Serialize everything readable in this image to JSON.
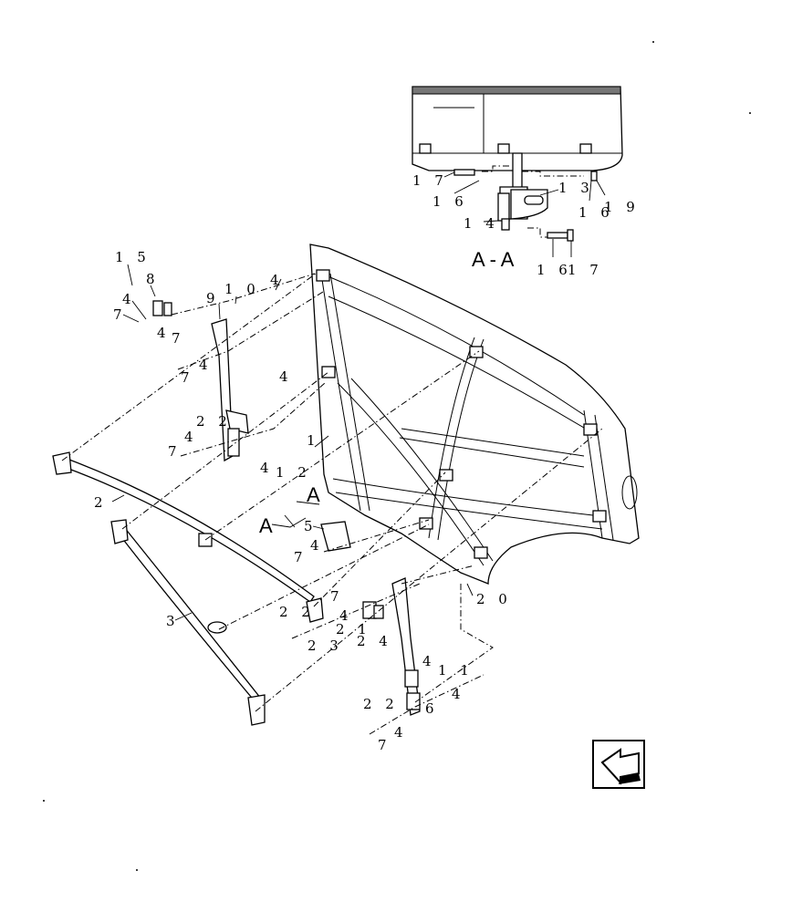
{
  "labels": [
    "1 5",
    "8",
    "4",
    "7",
    "4",
    "7",
    "9",
    "1 0",
    "4",
    "4",
    "7",
    "4",
    "2 2",
    "7",
    "4",
    "4",
    "1 2",
    "1",
    "2",
    "3",
    "A",
    "A",
    "5",
    "4",
    "7",
    "2 2",
    "2 3",
    "7",
    "4",
    "2 1",
    "2 4",
    "2 0",
    "4",
    "1 1",
    "4",
    "2 2",
    "6",
    "4",
    "7",
    "1 7",
    "1 6",
    "1 3",
    "1 6",
    "1 9",
    "1 4",
    "1 6",
    "1 7"
  ],
  "section_label": "A - A",
  "icons": {
    "orientation": "arrow-orientation-icon"
  }
}
